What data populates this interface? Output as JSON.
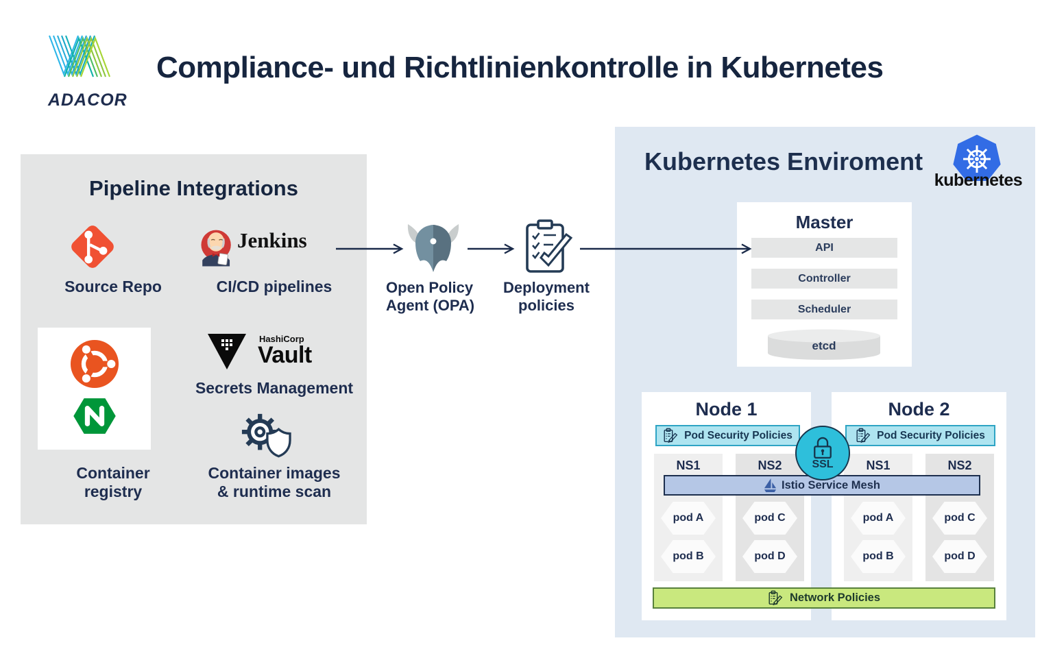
{
  "brand": {
    "logo_text": "ADACOR"
  },
  "title": "Compliance- und Richtlinienkontrolle in Kubernetes",
  "pipeline": {
    "title": "Pipeline Integrations",
    "source_repo_label": "Source Repo",
    "jenkins_wordmark": "Jenkins",
    "cicd_label": "CI/CD pipelines",
    "registry_label": [
      "Container",
      "registry"
    ],
    "vault_brand": "HashiCorp",
    "vault_wordmark": "Vault",
    "secrets_label": "Secrets Management",
    "scan_label": [
      "Container images",
      "& runtime scan"
    ]
  },
  "flow": {
    "opa_label": [
      "Open Policy",
      "Agent (OPA)"
    ],
    "deployment_label": [
      "Deployment",
      "policies"
    ]
  },
  "kubernetes": {
    "title": "Kubernetes Enviroment",
    "wordmark": "kubernetes",
    "master": {
      "title": "Master",
      "components": [
        "API",
        "Controller",
        "Scheduler"
      ],
      "datastore": "etcd"
    },
    "pod_security_label": "Pod Security Policies",
    "ssl_label": "SSL",
    "istio_label": "Istio Service Mesh",
    "network_label": "Network Policies",
    "nodes": [
      {
        "title": "Node 1",
        "ns": [
          {
            "name": "NS1",
            "pods": [
              "pod A",
              "pod B"
            ]
          },
          {
            "name": "NS2",
            "pods": [
              "pod C",
              "pod D"
            ]
          }
        ]
      },
      {
        "title": "Node 2",
        "ns": [
          {
            "name": "NS1",
            "pods": [
              "pod A",
              "pod B"
            ]
          },
          {
            "name": "NS2",
            "pods": [
              "pod C",
              "pod D"
            ]
          }
        ]
      }
    ]
  },
  "colors": {
    "navy_text": "#1e2d4f",
    "kubernetes_blue": "#326ce5",
    "git_orange": "#f05133",
    "ubuntu_orange": "#e95420",
    "nginx_green": "#009639",
    "jenkins_red": "#cf3a36",
    "pod_security_cyan": "#aee4f0",
    "ssl_cyan": "#2ebfdb",
    "istio_fill": "#b5c7e6",
    "network_green": "#c9e87e",
    "panel_gray": "#e4e5e5",
    "panel_blue": "#dfe8f2"
  }
}
